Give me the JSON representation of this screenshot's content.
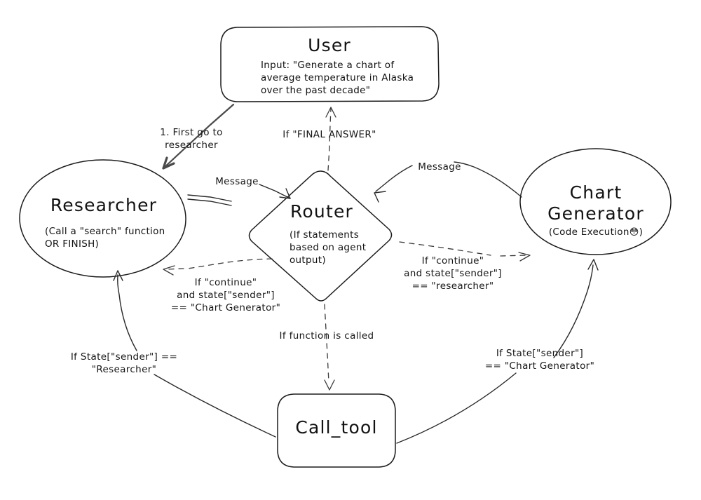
{
  "diagram": {
    "title": "Multi-agent LangGraph routing diagram",
    "background_color": "#ffffff",
    "ink_color": "#1b1b1b",
    "nodes": [
      {
        "id": "user",
        "shape": "rounded-rect",
        "title": "User",
        "body": "Input: \"Generate a chart of\naverage temperature in Alaska\nover the past decade\""
      },
      {
        "id": "researcher",
        "shape": "ellipse",
        "title": "Researcher",
        "body": "(Call a \"search\" function\nOR FINISH)"
      },
      {
        "id": "router",
        "shape": "diamond",
        "title": "Router",
        "body": "(If statements\nbased on agent\noutput)"
      },
      {
        "id": "chart_generator",
        "shape": "ellipse",
        "title_line1": "Chart",
        "title_line2": "Generator",
        "body_prefix": "(Code Execution",
        "body_emoji": "😳",
        "body_suffix": ")"
      },
      {
        "id": "call_tool",
        "shape": "rounded-rect",
        "title": "Call_tool"
      }
    ],
    "edges": [
      {
        "id": "user-to-researcher",
        "from": "user",
        "to": "researcher",
        "style": "solid-thick",
        "label": "1. First go to\nresearcher"
      },
      {
        "id": "router-to-user",
        "from": "router",
        "to": "user",
        "style": "dashed",
        "label": "If \"FINAL ANSWER\""
      },
      {
        "id": "researcher-to-router",
        "from": "researcher",
        "to": "router",
        "style": "solid",
        "label": "Message"
      },
      {
        "id": "chartgen-to-router",
        "from": "chart_generator",
        "to": "router",
        "style": "solid",
        "label": "Message"
      },
      {
        "id": "router-to-researcher",
        "from": "router",
        "to": "researcher",
        "style": "dashed",
        "label": "If \"continue\"\nand state[\"sender\"]\n== \"Chart Generator\""
      },
      {
        "id": "router-to-chartgen",
        "from": "router",
        "to": "chart_generator",
        "style": "dashed",
        "label": "If \"continue\"\nand state[\"sender\"]\n== \"researcher\""
      },
      {
        "id": "router-to-calltool",
        "from": "router",
        "to": "call_tool",
        "style": "dashed",
        "label": "If function is called"
      },
      {
        "id": "calltool-to-researcher",
        "from": "call_tool",
        "to": "researcher",
        "style": "solid",
        "label": "If State[\"sender\"] ==\n\"Researcher\""
      },
      {
        "id": "calltool-to-chartgen",
        "from": "call_tool",
        "to": "chart_generator",
        "style": "solid",
        "label": "If State[\"sender\"]\n== \"Chart Generator\""
      }
    ]
  }
}
